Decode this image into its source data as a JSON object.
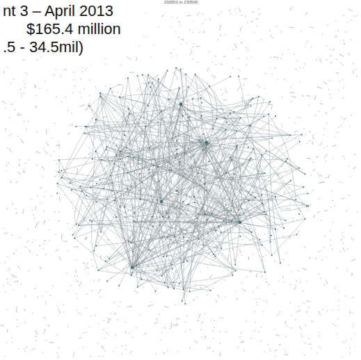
{
  "diagram": {
    "labels": [
      "nt 3 – April 2013",
      "$165.4 million",
      ".5 - 34.5mil)",
      "230001 to 230500"
    ]
  }
}
